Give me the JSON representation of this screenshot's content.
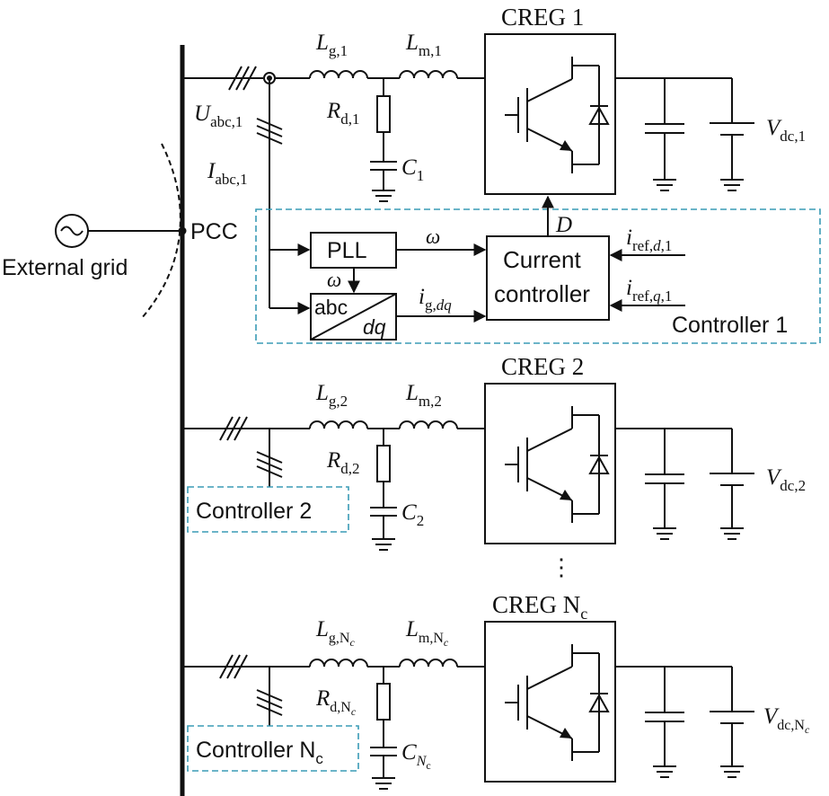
{
  "grid_label": "External grid",
  "pcc_label": "PCC",
  "voltage_label": "U",
  "voltage_sub": "abc,1",
  "current_label": "I",
  "current_sub": "abc,1",
  "branches": [
    {
      "creg_label": "CREG 1",
      "lg_main": "L",
      "lg_sub": "g,1",
      "lm_main": "L",
      "lm_sub": "m,1",
      "rd_main": "R",
      "rd_sub": "d,1",
      "c_main": "C",
      "c_sub": "1",
      "vdc_main": "V",
      "vdc_sub": "dc,1"
    },
    {
      "creg_label": "CREG 2",
      "lg_main": "L",
      "lg_sub": "g,2",
      "lm_main": "L",
      "lm_sub": "m,2",
      "rd_main": "R",
      "rd_sub": "d,2",
      "c_main": "C",
      "c_sub": "2",
      "vdc_main": "V",
      "vdc_sub": "dc,2",
      "controller_label": "Controller 2"
    },
    {
      "creg_label": "CREG N",
      "creg_sub": "c",
      "lg_main": "L",
      "lg_sub": "g,N",
      "lg_subsub": "c",
      "lm_main": "L",
      "lm_sub": "m,N",
      "lm_subsub": "c",
      "rd_main": "R",
      "rd_sub": "d,N",
      "rd_subsub": "c",
      "c_main": "C",
      "c_sub": "N",
      "c_subsub": "c",
      "vdc_main": "V",
      "vdc_sub": "dc,N",
      "vdc_subsub": "c",
      "controller_label": "Controller N",
      "controller_sub": "c"
    }
  ],
  "controller1": {
    "label": "Controller 1",
    "pll_label": "PLL",
    "omega_label": "ω",
    "abc_label": "abc",
    "dq_label": "dq",
    "ig_main": "i",
    "ig_sub": "g,",
    "ig_subsub": "dq",
    "current_ctrl_line1": "Current",
    "current_ctrl_line2": "controller",
    "duty_label": "D",
    "iref_d_main": "i",
    "iref_d_sub": "ref,",
    "iref_d_it": "d",
    "iref_d_end": ",1",
    "iref_q_main": "i",
    "iref_q_sub": "ref,",
    "iref_q_it": "q",
    "iref_q_end": ",1"
  },
  "ellipsis": "⋮"
}
